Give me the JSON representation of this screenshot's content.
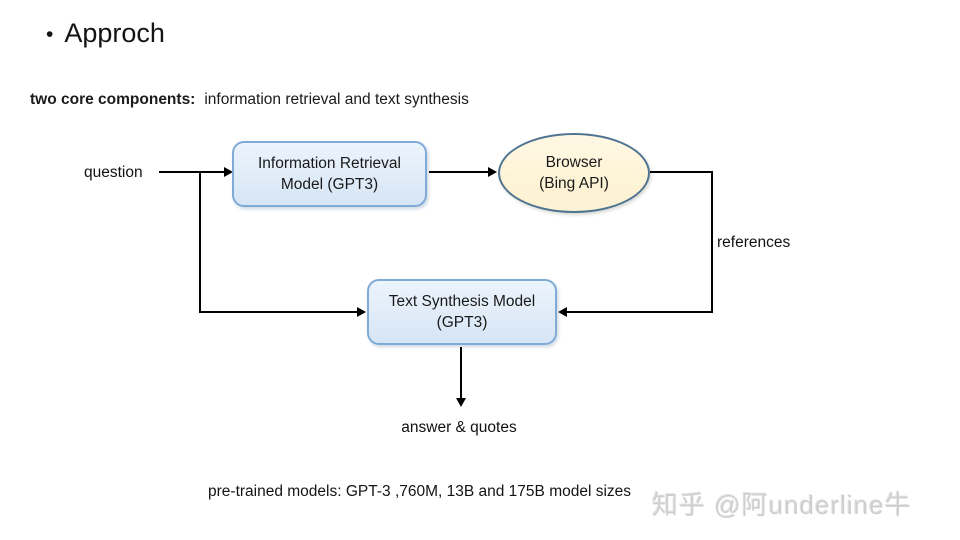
{
  "slide": {
    "bullet": "•",
    "title": "Approch",
    "subtitle": {
      "bold": "two core components:",
      "rest": "information retrieval and text synthesis"
    },
    "footer": "pre-trained models: GPT-3 ,760M, 13B and 175B model sizes",
    "watermark": "知乎 @阿underline牛"
  },
  "diagram": {
    "question_label": "question",
    "references_label": "references",
    "answer_label": "answer & quotes",
    "ir_box": {
      "line1": "Information Retrieval",
      "line2": "Model (GPT3)"
    },
    "browser": {
      "line1": "Browser",
      "line2": "(Bing API)"
    },
    "ts_box": {
      "line1": "Text Synthesis Model",
      "line2": "(GPT3)"
    },
    "colors": {
      "box_fill": "#d6e5f5",
      "box_border": "#7fabd6",
      "ellipse_fill": "#fdf3d4",
      "ellipse_border": "#4e7390",
      "connector": "#000000"
    }
  }
}
